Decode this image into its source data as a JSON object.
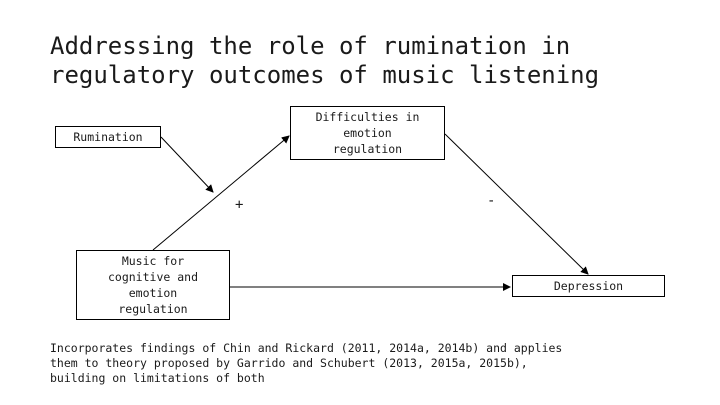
{
  "slide": {
    "title": "Addressing the role of rumination in\nregulatory outcomes of music listening",
    "nodes": {
      "rumination": "Rumination",
      "difficulties": "Difficulties in\nemotion\nregulation",
      "music": "Music for\ncognitive and\nemotion\nregulation",
      "depression": "Depression"
    },
    "signs": {
      "music_to_difficulties": "+",
      "difficulties_to_depression": "-"
    },
    "footnote": "Incorporates findings of Chin and Rickard (2011, 2014a, 2014b) and applies\nthem to theory proposed by Garrido and Schubert (2013, 2015a, 2015b),\nbuilding on limitations of both"
  },
  "colors": {
    "line": "#000000",
    "background": "#ffffff",
    "text": "#1a1a1a"
  }
}
